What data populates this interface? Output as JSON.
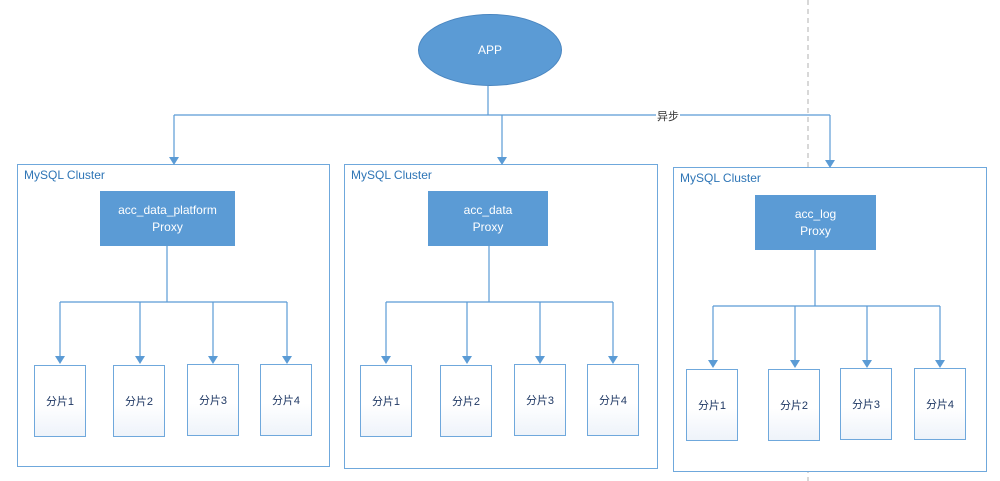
{
  "app": {
    "label": "APP"
  },
  "async_label": "异步",
  "clusters": [
    {
      "title": "MySQL Cluster",
      "proxy_name": "acc_data_platform",
      "proxy_role": "Proxy",
      "shards": [
        "分片1",
        "分片2",
        "分片3",
        "分片4"
      ]
    },
    {
      "title": "MySQL Cluster",
      "proxy_name": "acc_data",
      "proxy_role": "Proxy",
      "shards": [
        "分片1",
        "分片2",
        "分片3",
        "分片4"
      ]
    },
    {
      "title": "MySQL Cluster",
      "proxy_name": "acc_log",
      "proxy_role": "Proxy",
      "shards": [
        "分片1",
        "分片2",
        "分片3",
        "分片4"
      ]
    }
  ],
  "colors": {
    "node_fill": "#5b9bd5",
    "line": "#5b9bd5",
    "border": "#6fa8dc",
    "title_text": "#2e75b6"
  }
}
